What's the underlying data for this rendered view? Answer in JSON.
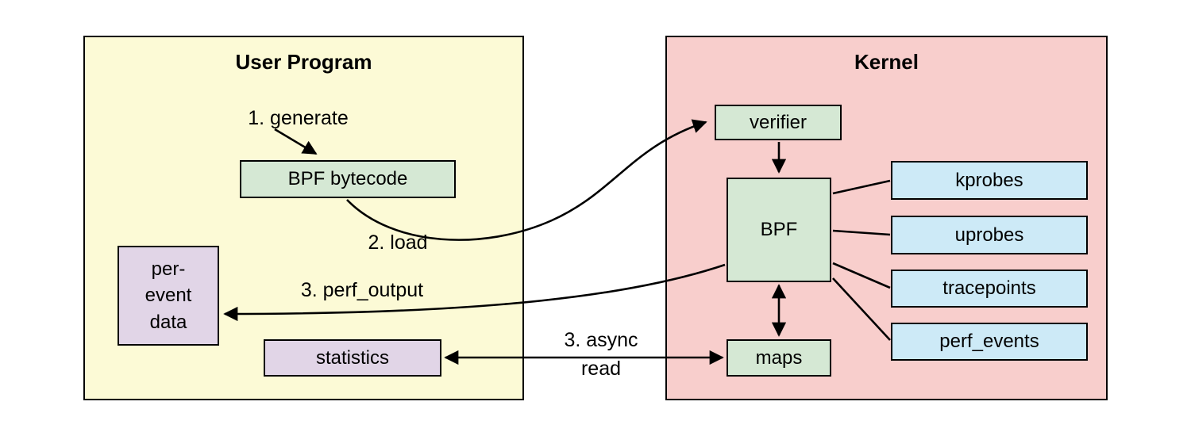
{
  "user_program": {
    "title": "User Program",
    "boxes": {
      "bpf_bytecode": {
        "label": "BPF bytecode"
      },
      "per_event_data": {
        "lines": [
          "per-",
          "event",
          "data"
        ]
      },
      "statistics": {
        "label": "statistics"
      }
    }
  },
  "kernel": {
    "title": "Kernel",
    "boxes": {
      "verifier": {
        "label": "verifier"
      },
      "bpf": {
        "label": "BPF"
      },
      "maps": {
        "label": "maps"
      },
      "kprobes": {
        "label": "kprobes"
      },
      "uprobes": {
        "label": "uprobes"
      },
      "tracepoints": {
        "label": "tracepoints"
      },
      "perf_events": {
        "label": "perf_events"
      }
    }
  },
  "edge_labels": {
    "generate": "1. generate",
    "load": "2. load",
    "perf_output": "3. perf_output",
    "async_read": [
      "3. async",
      "read"
    ]
  },
  "colors": {
    "user_program_fill": "#fcfad6",
    "kernel_fill": "#f8cecc",
    "green_fill": "#d5e8d4",
    "blue_fill": "#cdeaf7",
    "purple_fill": "#e1d5e7",
    "border": "#000000",
    "arrow": "#000000"
  }
}
